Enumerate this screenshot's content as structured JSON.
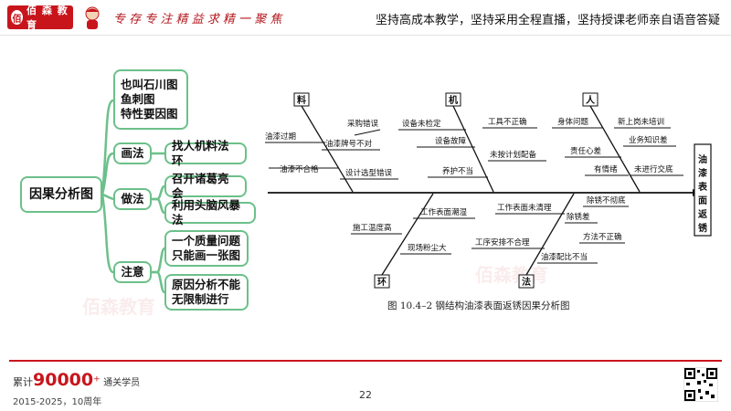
{
  "header": {
    "logo_text": "佰 森 教 育",
    "slogan": "专 存 专 注   精 益 求 精  一  聚 焦",
    "tagline": "坚持高成本教学，坚持采用全程直播，坚持授课老师亲自语音答疑"
  },
  "mindmap": {
    "root": "因果分析图",
    "branches": [
      {
        "label": "",
        "items": [
          "也叫石川图",
          "鱼刺图",
          "特性要因图"
        ]
      },
      {
        "label": "画法",
        "items": [
          "找人机料法环"
        ]
      },
      {
        "label": "做法",
        "items": [
          "召开诸葛亮会",
          "利用头脑风暴法"
        ]
      },
      {
        "label": "注意",
        "items": [
          "一个质量问题\n只能画一张图",
          "原因分析不能\n无限制进行"
        ]
      }
    ]
  },
  "fishbone": {
    "categories": [
      "料",
      "机",
      "人",
      "环",
      "法"
    ],
    "effect": "油漆表面返锈",
    "causes": {
      "material": [
        "油漆过期",
        "采购错误",
        "油漆牌号不对",
        "油漆不合格",
        "设计选型错误"
      ],
      "machine": [
        "设备未检定",
        "工具不正确",
        "设备故障",
        "未按计划配备",
        "养护不当"
      ],
      "people": [
        "身体问题",
        "新上岗未培训",
        "业务知识差",
        "责任心差",
        "有情绪",
        "未进行交底"
      ],
      "environment": [
        "工作表面潮湿",
        "施工温度高",
        "现场粉尘大"
      ],
      "method": [
        "工作表面未清理",
        "除锈不彻底",
        "除锈差",
        "方法不正确",
        "工序安排不合理",
        "油漆配比不当"
      ]
    },
    "caption": "图 10.4–2   钢结构油漆表面返锈因果分析图"
  },
  "footer": {
    "count_prefix": "累计",
    "count_value": "90000",
    "count_plus": "+",
    "count_suffix": "通关学员",
    "years": "2015-2025，10周年",
    "page_number": "22"
  },
  "watermark": "佰森教育"
}
